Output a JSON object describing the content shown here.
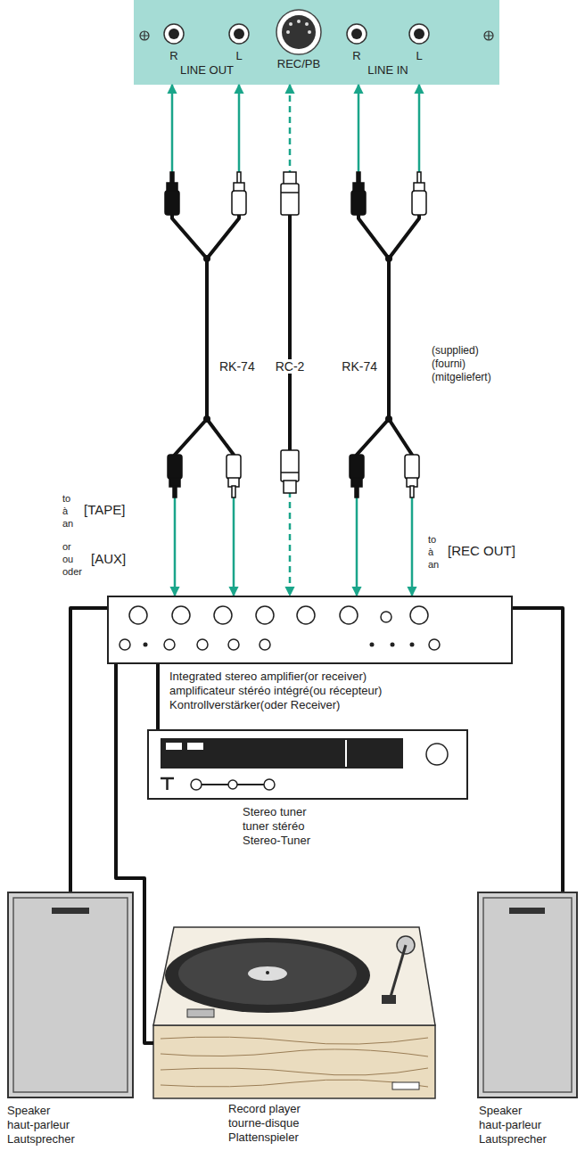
{
  "diagram": {
    "nodes": [
      {
        "text": [
          "R",
          "L",
          "LINE OUT",
          "REC/PB",
          "R",
          "L",
          "LINE IN"
        ]
      },
      {
        "text": [
          "Integrated stereo amplifier(or receiver)",
          "amplificateur stéréo intégré(ou récepteur)",
          "Kontrollverstärker(oder Receiver)"
        ]
      },
      {
        "text": [
          "Stereo tuner",
          "tuner stéréo",
          "Stereo-Tuner"
        ]
      },
      {
        "text": [
          "Speaker",
          "haut-parleur",
          "Lautsprecher"
        ]
      },
      {
        "text": [
          "Record player",
          "tourne-disque",
          "Plattenspieler"
        ]
      },
      {
        "text": [
          "Speaker",
          "haut-parleur",
          "Lautsprecher"
        ]
      }
    ],
    "edges": [
      {
        "from": 0,
        "to": 1,
        "arrow": "both",
        "label": "RK-74"
      },
      {
        "from": 0,
        "to": 1,
        "arrow": "both"
      },
      {
        "from": 0,
        "to": 1,
        "arrow": "both",
        "label": "RC-2"
      },
      {
        "from": 0,
        "to": 1,
        "arrow": "both",
        "label": "RK-74"
      },
      {
        "from": 0,
        "to": 1,
        "arrow": "both"
      },
      {
        "from": 1,
        "to": 2,
        "arrow": "none"
      },
      {
        "from": 1,
        "to": 3,
        "arrow": "none"
      },
      {
        "from": 1,
        "to": 4,
        "arrow": "none"
      },
      {
        "from": 1,
        "to": 5,
        "arrow": "none"
      }
    ],
    "labels": [
      "to",
      "à",
      "an",
      "[TAPE]",
      "or",
      "ou",
      "oder",
      "[AUX]",
      "to",
      "à",
      "an",
      "[REC OUT]",
      "(supplied)",
      "(fourni)",
      "(mitgeliefert)"
    ]
  }
}
